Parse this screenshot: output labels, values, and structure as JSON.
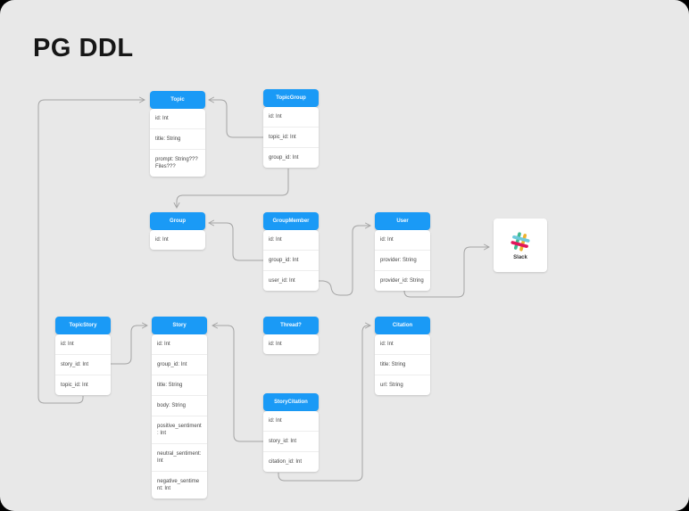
{
  "page": {
    "title": "PG DDL"
  },
  "colors": {
    "accent": "#1a9af6",
    "background": "#e8e8e8",
    "connector": "#a3a3a3"
  },
  "entities": [
    {
      "title": "Topic",
      "fields": [
        "id: Int",
        "title: String",
        "prompt: String??? Files???"
      ]
    },
    {
      "title": "TopicGroup",
      "fields": [
        "id: Int",
        "topic_id: Int",
        "group_id: Int"
      ]
    },
    {
      "title": "Group",
      "fields": [
        "id: Int"
      ]
    },
    {
      "title": "GroupMember",
      "fields": [
        "id: Int",
        "group_id: Int",
        "user_id: Int"
      ]
    },
    {
      "title": "User",
      "fields": [
        "id: Int",
        "provider: String",
        "provider_id: String"
      ]
    },
    {
      "title": "TopicStory",
      "fields": [
        "id: Int",
        "story_id: Int",
        "topic_id: Int"
      ]
    },
    {
      "title": "Story",
      "fields": [
        "id: Int",
        "group_id: Int",
        "title: String",
        "body: String",
        "positive_sentiment: Int",
        "neutral_sentiment: Int",
        "negative_sentiment: Int"
      ]
    },
    {
      "title": "Thread?",
      "fields": [
        "id: Int"
      ]
    },
    {
      "title": "StoryCitation",
      "fields": [
        "id: Int",
        "story_id: Int",
        "citation_id: Int"
      ]
    },
    {
      "title": "Citation",
      "fields": [
        "id: Int",
        "title: String",
        "url: String"
      ]
    }
  ],
  "slack": {
    "label": "Slack",
    "icon": "slack-hash-icon"
  },
  "edges": [
    {
      "from": "TopicStory.topic_id",
      "to": "Topic"
    },
    {
      "from": "TopicGroup.topic_id",
      "to": "Topic"
    },
    {
      "from": "TopicGroup.group_id",
      "to": "Group"
    },
    {
      "from": "GroupMember.group_id",
      "to": "Group"
    },
    {
      "from": "GroupMember.user_id",
      "to": "User"
    },
    {
      "from": "User.provider_id",
      "to": "Slack"
    },
    {
      "from": "TopicStory.story_id",
      "to": "Story"
    },
    {
      "from": "StoryCitation.story_id",
      "to": "Story"
    },
    {
      "from": "StoryCitation.citation_id",
      "to": "Citation"
    }
  ]
}
